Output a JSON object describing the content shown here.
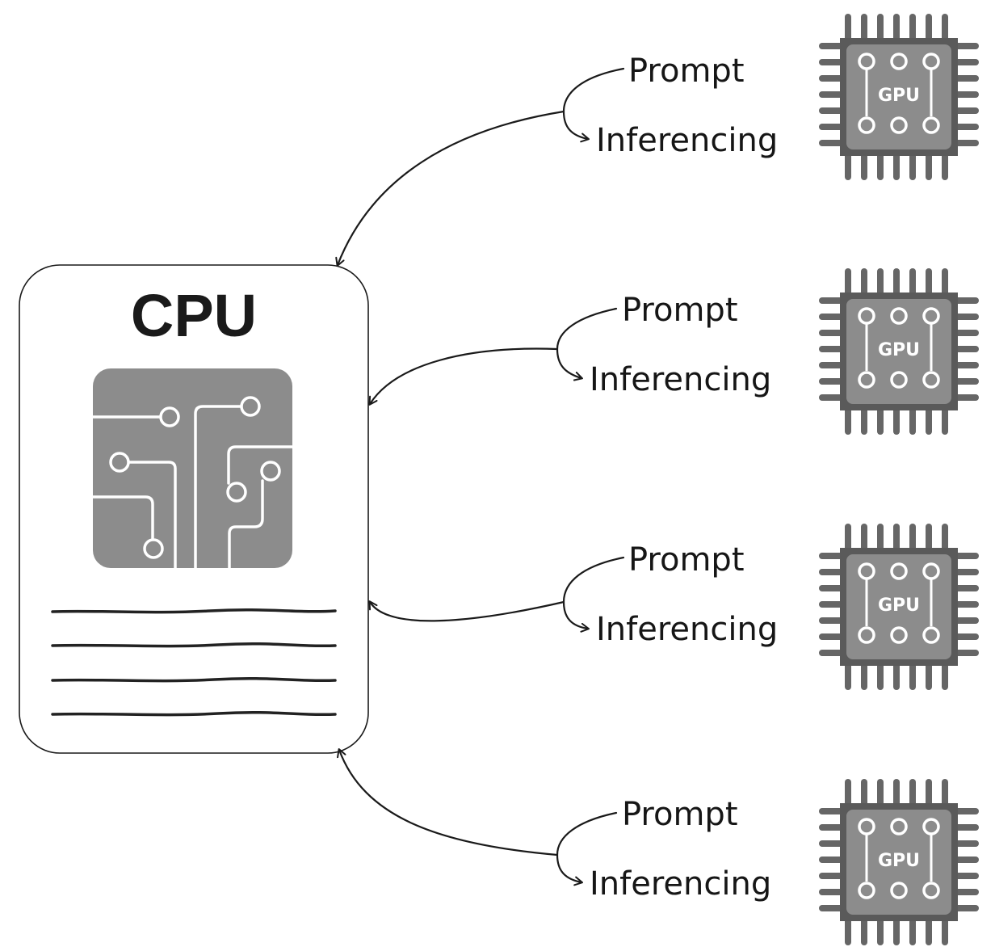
{
  "cpu": {
    "title": "CPU"
  },
  "links": [
    {
      "prompt": "Prompt",
      "inference": "Inferencing",
      "chip": "GPU"
    },
    {
      "prompt": "Prompt",
      "inference": "Inferencing",
      "chip": "GPU"
    },
    {
      "prompt": "Prompt",
      "inference": "Inferencing",
      "chip": "GPU"
    },
    {
      "prompt": "Prompt",
      "inference": "Inferencing",
      "chip": "GPU"
    }
  ],
  "colors": {
    "chip_dark": "#5a5a5a",
    "chip_mid": "#8c8c8c",
    "chip_pins": "#666666",
    "ink": "#1a1a1a"
  }
}
